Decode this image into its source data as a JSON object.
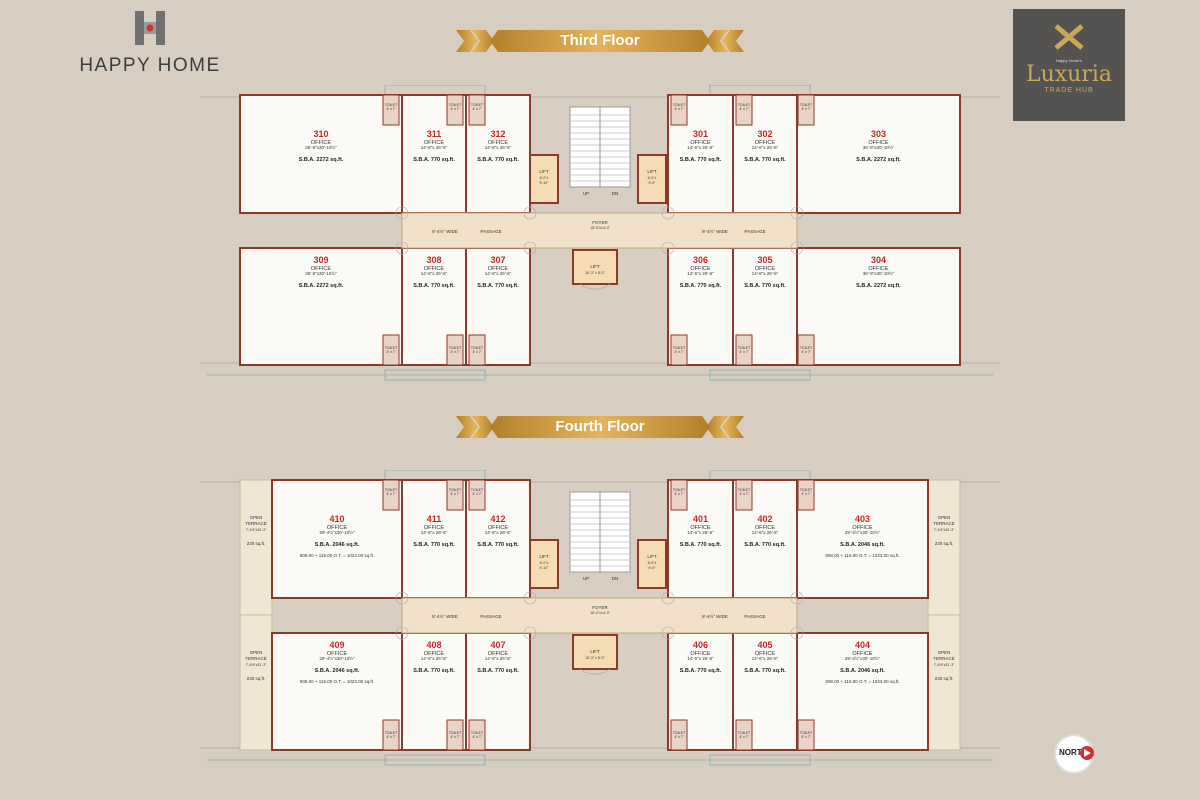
{
  "brand": {
    "name": "HAPPY HOME"
  },
  "project": {
    "line1": "Happy Home's",
    "name": "Luxuria",
    "sub": "TRADE HUB"
  },
  "north_label": "NORTH",
  "colors": {
    "background": "#d7cec1",
    "wall": "#8b3a2a",
    "banner": "#c9973a",
    "unit_number": "#c62828"
  },
  "floors": [
    {
      "title": "Third Floor",
      "foyer": {
        "label": "FOYER",
        "dim": "18'-0\"x14'-0\""
      },
      "passage": {
        "width": "8'-4½\" WIDE",
        "label": "PASSAGE"
      },
      "stairs": {
        "up": "UP",
        "dn": "DN"
      },
      "lifts": [
        {
          "label": "LIFT",
          "dim1": "6'-0\"x",
          "dim2": "9'-10\""
        },
        {
          "label": "LIFT",
          "dim1": "6'-0\"x",
          "dim2": "9'-9\""
        },
        {
          "label": "LIFT",
          "dim1": "10'-3\" x 8'-0\"",
          "dim2": ""
        }
      ],
      "toilet": {
        "label": "TOILET",
        "dim": "4' x 7'"
      },
      "units": [
        {
          "number": "310",
          "type": "OFFICE",
          "dim": "36'-9\"x30'-10½\"",
          "sba": "S.B.A. 2272 sq.ft."
        },
        {
          "number": "311",
          "type": "OFFICE",
          "dim": "14'-6\"x 26'-6\"",
          "sba": "S.B.A. 770 sq.ft."
        },
        {
          "number": "312",
          "type": "OFFICE",
          "dim": "14'-6\"x 26'-6\"",
          "sba": "S.B.A. 770 sq.ft."
        },
        {
          "number": "301",
          "type": "OFFICE",
          "dim": "14'-6\"x 26'-6\"",
          "sba": "S.B.A. 770 sq.ft."
        },
        {
          "number": "302",
          "type": "OFFICE",
          "dim": "14'-6\"x 26'-6\"",
          "sba": "S.B.A. 770 sq.ft."
        },
        {
          "number": "303",
          "type": "OFFICE",
          "dim": "36'-9\"x30'-10½\"",
          "sba": "S.B.A. 2272 sq.ft."
        },
        {
          "number": "309",
          "type": "OFFICE",
          "dim": "36'-9\"x30'-10½\"",
          "sba": "S.B.A. 2272 sq.ft."
        },
        {
          "number": "308",
          "type": "OFFICE",
          "dim": "14'-6\"x 26'-6\"",
          "sba": "S.B.A. 770 sq.ft."
        },
        {
          "number": "307",
          "type": "OFFICE",
          "dim": "14'-6\"x 26'-6\"",
          "sba": "S.B.A. 770 sq.ft."
        },
        {
          "number": "306",
          "type": "OFFICE",
          "dim": "14'-6\"x 26'-6\"",
          "sba": "S.B.A. 770 sq.ft."
        },
        {
          "number": "305",
          "type": "OFFICE",
          "dim": "14'-6\"x 26'-6\"",
          "sba": "S.B.A. 770 sq.ft."
        },
        {
          "number": "304",
          "type": "OFFICE",
          "dim": "36'-9\"x30'-10½\"",
          "sba": "S.B.A. 2272 sq.ft."
        }
      ],
      "terraces": []
    },
    {
      "title": "Fourth Floor",
      "foyer": {
        "label": "FOYER",
        "dim": "18'-2\"x14'-3\""
      },
      "passage": {
        "width": "8'-4½\" WIDE",
        "label": "PASSAGE"
      },
      "stairs": {
        "up": "UP",
        "dn": "DN"
      },
      "lifts": [
        {
          "label": "LIFT",
          "dim1": "6'-0\"x",
          "dim2": "9'-10\""
        },
        {
          "label": "LIFT",
          "dim1": "6'-0\"x",
          "dim2": "9'-9\""
        },
        {
          "label": "LIFT",
          "dim1": "10'-3\" x 8'-0\"",
          "dim2": ""
        }
      ],
      "toilet": {
        "label": "TOILET",
        "dim": "4' x 7'"
      },
      "units": [
        {
          "number": "410",
          "type": "OFFICE",
          "dim": "29'-4½\"x30'-10½\"",
          "sba": "S.B.A. 2046 sq.ft.",
          "extra": "908.00 + 115.00 O.T. = 1023.00 sq.ft."
        },
        {
          "number": "411",
          "type": "OFFICE",
          "dim": "14'-6\"x 26'-6\"",
          "sba": "S.B.A. 770 sq.ft."
        },
        {
          "number": "412",
          "type": "OFFICE",
          "dim": "14'-6\"x 26'-6\"",
          "sba": "S.B.A. 770 sq.ft."
        },
        {
          "number": "401",
          "type": "OFFICE",
          "dim": "14'-6\"x 26'-6\"",
          "sba": "S.B.A. 770 sq.ft."
        },
        {
          "number": "402",
          "type": "OFFICE",
          "dim": "14'-6\"x 26'-6\"",
          "sba": "S.B.A. 770 sq.ft."
        },
        {
          "number": "403",
          "type": "OFFICE",
          "dim": "29'-4½\"x30'-10½\"",
          "sba": "S.B.A. 2046 sq.ft.",
          "extra": "908.00 + 115.00 O.T. = 1023.00 sq.ft."
        },
        {
          "number": "409",
          "type": "OFFICE",
          "dim": "29'-4½\"x30'-10½\"",
          "sba": "S.B.A. 2046 sq.ft.",
          "extra": "908.00 + 115.00 O.T. = 1023.00 sq.ft."
        },
        {
          "number": "408",
          "type": "OFFICE",
          "dim": "14'-6\"x 26'-6\"",
          "sba": "S.B.A. 770 sq.ft."
        },
        {
          "number": "407",
          "type": "OFFICE",
          "dim": "14'-6\"x 26'-6\"",
          "sba": "S.B.A. 770 sq.ft."
        },
        {
          "number": "406",
          "type": "OFFICE",
          "dim": "14'-6\"x 26'-6\"",
          "sba": "S.B.A. 770 sq.ft."
        },
        {
          "number": "405",
          "type": "OFFICE",
          "dim": "14'-6\"x 26'-6\"",
          "sba": "S.B.A. 770 sq.ft."
        },
        {
          "number": "404",
          "type": "OFFICE",
          "dim": "29'-4½\"x30'-10½\"",
          "sba": "S.B.A. 2046 sq.ft.",
          "extra": "908.00 + 115.00 O.T. = 1023.00 sq.ft."
        }
      ],
      "terraces": [
        {
          "label1": "OPEN",
          "label2": "TERRACE",
          "dim": "7'-4½\"x31'-3\"",
          "area": "230 sq.ft."
        },
        {
          "label1": "OPEN",
          "label2": "TERRACE",
          "dim": "7'-4½\"x31'-3\"",
          "area": "230 sq.ft."
        },
        {
          "label1": "OPEN",
          "label2": "TERRACE",
          "dim": "7'-4½\"x31'-3\"",
          "area": "230 sq.ft."
        },
        {
          "label1": "OPEN",
          "label2": "TERRACE",
          "dim": "7'-4½\"x31'-3\"",
          "area": "230 sq.ft."
        }
      ]
    }
  ]
}
